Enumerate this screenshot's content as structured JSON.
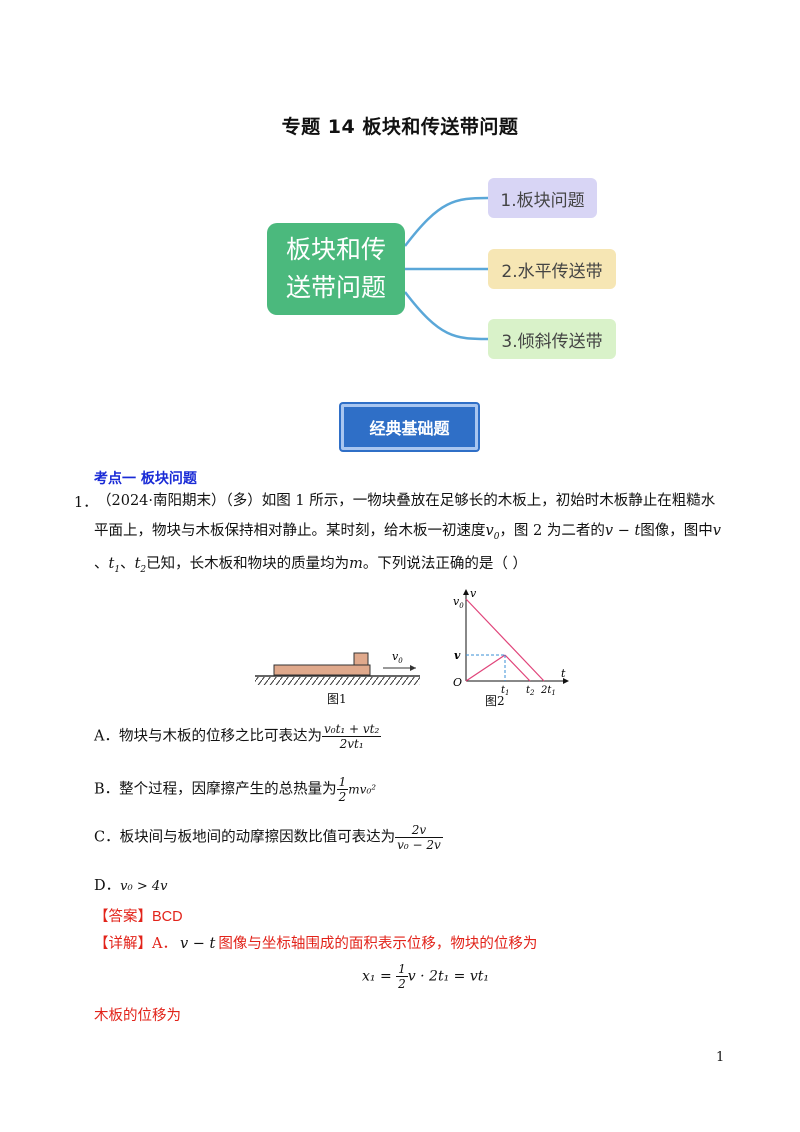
{
  "title": "专题 14  板块和传送带问题",
  "mindmap": {
    "root": "板块和传\n送带问题",
    "branches": [
      "1.板块问题",
      "2.水平传送带",
      "3.倾斜传送带"
    ]
  },
  "banner": "经典基础题",
  "section": "考点一  板块问题",
  "question": {
    "number": "1．",
    "line1": "（2024·南阳期末）（多）如图 1 所示，一物块叠放在足够长的木板上，初始时木板静止在粗糙水",
    "line2_a": "平面上，物块与木板保持相对静止。某时刻，给木板一初速度",
    "line2_b": "，图 2 为二者的",
    "line2_c": "图像，图中",
    "line3_a": "、",
    "line3_b": "、",
    "line3_c": "已知，长木板和物块的质量均为",
    "line3_d": "。下列说法正确的是（     ）",
    "sym_v0": "v",
    "sym_v0_sub": "0",
    "sym_vt": "v − t",
    "sym_v": "v",
    "sym_t1": "t",
    "sym_t1_sub": "1",
    "sym_t2": "t",
    "sym_t2_sub": "2",
    "sym_m": "m"
  },
  "figure1": {
    "label": "图1",
    "arrow_label": "v",
    "arrow_sub": "0"
  },
  "figure2": {
    "label": "图2",
    "axis_y": "v",
    "axis_x": "t",
    "origin": "O",
    "v0": "v",
    "v0_sub": "0",
    "v": "v",
    "t1": "t",
    "t1_sub": "1",
    "t2": "t",
    "t2_sub": "2",
    "t3": "2t",
    "t3_sub": "1"
  },
  "options": {
    "A": {
      "prefix": "A．物块与木板的位移之比可表达为",
      "num": "v₀t₁ + vt₂",
      "den": "2vt₁"
    },
    "B": {
      "prefix": "B．整个过程，因摩擦产生的总热量为",
      "num": "1",
      "den": "2",
      "suffix": "mv₀²"
    },
    "C": {
      "prefix": "C．板块间与板地间的动摩擦因数比值可表达为",
      "num": "2v",
      "den": "v₀ − 2v"
    },
    "D": {
      "prefix": "D．",
      "expr": "v₀ > 4v"
    }
  },
  "answer": {
    "label": "【答案】",
    "value": "BCD"
  },
  "detail": {
    "label": "【详解】A．",
    "expr": "v − t",
    "text": "图像与坐标轴围成的面积表示位移，物块的位移为"
  },
  "equation": {
    "lhs": "x₁ = ",
    "num": "1",
    "den": "2",
    "rhs": "v · 2t₁ = vt₁"
  },
  "board_line": "木板的位移为",
  "page_number": "1",
  "colors": {
    "root": "#4bb97d",
    "banner": "#2f6fc7",
    "section": "#1a2bd6",
    "answer": "#e2231a",
    "fig_line": "#e0447a",
    "fig_dash": "#3a8fd6"
  }
}
